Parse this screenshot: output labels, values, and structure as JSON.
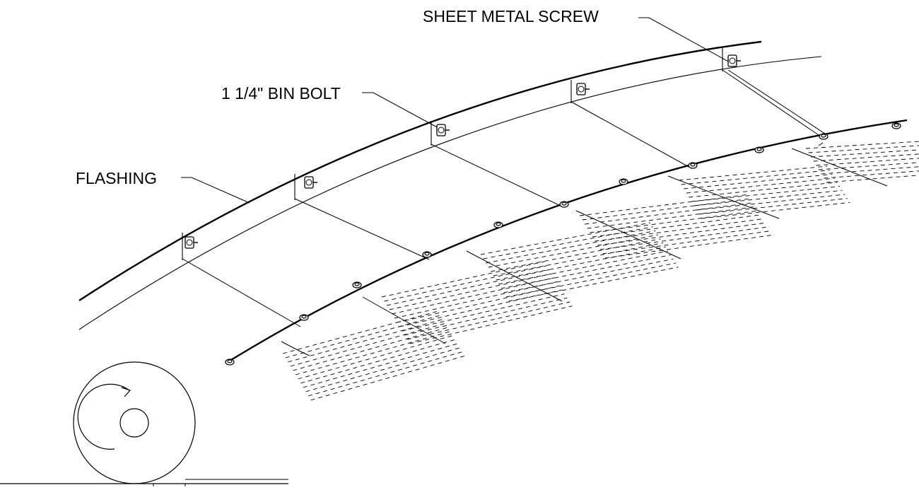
{
  "labels": {
    "sheet_metal_screw": "SHEET METAL SCREW",
    "bin_bolt": "1 1/4\" BIN BOLT",
    "flashing": "FLASHING"
  },
  "colors": {
    "line": "#000000",
    "background": "#ffffff"
  },
  "icons": {
    "roll": "rotating-roll-icon",
    "bolt": "bin-bolt-icon",
    "screw": "sheet-metal-screw-icon"
  }
}
